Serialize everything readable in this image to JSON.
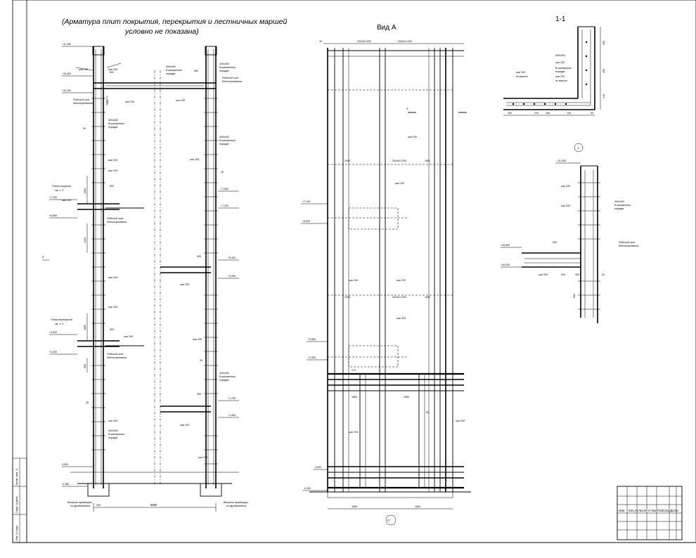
{
  "drawing": {
    "note_line1": "(Арматура плит покрытия, перекрытия и лестничных маршей",
    "note_line2": "условно не показана)",
    "view_a_title": "Вид А",
    "section_title": "1-1",
    "callout_marker": "1",
    "grid_axis": "А'"
  },
  "left_elevation": {
    "levels": [
      "+11,300",
      "+10,400",
      "+10,200",
      "+7,100",
      "+6,900",
      "+3,500",
      "+3,300",
      "0,000",
      "-0,300"
    ],
    "right_levels": [
      "+7,600",
      "+7,200",
      "+5,430",
      "+5,250",
      "+1,700",
      "+1,500"
    ],
    "labels": {
      "step_200": "шаг 200",
      "joint": "Рабочий шов",
      "concreting": "бетонирования",
      "stagger_size": "400х400",
      "stagger": "В шахматном",
      "order": "порядке",
      "slab_roof": "Плита покрытия",
      "slab_floor": "Плита перекрытия",
      "sm": "см. л. 5",
      "sm2": "см. л. 2",
      "foundation_1": "Выпуски арматуры",
      "foundation_2": "из фундамента"
    },
    "dims": [
      "500",
      "6680",
      "1000",
      "1200",
      "900",
      "450",
      "30",
      "300",
      "150"
    ]
  },
  "view_a": {
    "levels": [
      "+7,100",
      "+6,900",
      "+3,500",
      "+3,300",
      "0,000",
      "-0,300"
    ],
    "dims": [
      "200х5=1000",
      "200х6=1200",
      "1900",
      "1800",
      "1650",
      "1500",
      "170",
      "30",
      "50"
    ]
  },
  "section_1": {
    "dims": [
      "200",
      "100",
      "180",
      "140",
      "140",
      "50"
    ],
    "labels": {
      "step_200": "шаг 200",
      "by_height": "по высоте"
    }
  },
  "detail_1": {
    "levels": [
      "+11,300",
      "+10,400",
      "+10,200"
    ],
    "dims": [
      "500",
      "200",
      "300",
      "500"
    ]
  },
  "side_stamps": [
    "Взам. инв. N",
    "Подп. и дата",
    "Инв. N подл."
  ],
  "title_block": {
    "headers": [
      "Изм.",
      "Кол.уч.",
      "Лист",
      "N док.",
      "Подпись",
      "Дата"
    ]
  }
}
